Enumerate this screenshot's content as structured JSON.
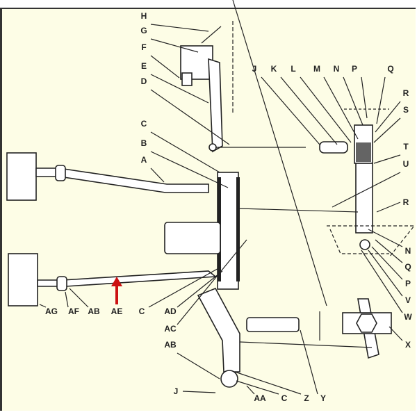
{
  "diagram": {
    "labels": [
      "H",
      "G",
      "F",
      "E",
      "D",
      "J",
      "K",
      "L",
      "M",
      "N",
      "P",
      "Q",
      "R",
      "S",
      "T",
      "U",
      "R",
      "C",
      "B",
      "A",
      "N",
      "Q",
      "P",
      "V",
      "W",
      "X",
      "AG",
      "AF",
      "AB",
      "AE",
      "C",
      "AD",
      "AC",
      "AB",
      "J",
      "AA",
      "C",
      "Z",
      "Y"
    ],
    "highlight": {
      "label": "AE",
      "marker": "red-arrow",
      "color": "#cc1111"
    }
  }
}
